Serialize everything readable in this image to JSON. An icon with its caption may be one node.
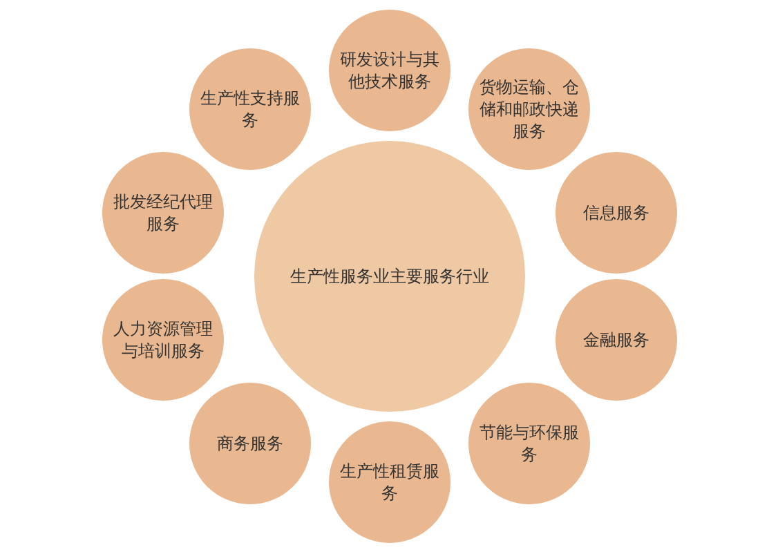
{
  "diagram": {
    "nodes": [
      {
        "text": [
          "生产性服务业主要服务行业"
        ]
      },
      {
        "text": [
          "研发设计与其他技术服务"
        ]
      },
      {
        "text": [
          "货物运输、仓储和邮政快递服务"
        ]
      },
      {
        "text": [
          "信息服务"
        ]
      },
      {
        "text": [
          "金融服务"
        ]
      },
      {
        "text": [
          "节能与环保服务"
        ]
      },
      {
        "text": [
          "生产性租赁服务"
        ]
      },
      {
        "text": [
          "商务服务"
        ]
      },
      {
        "text": [
          "人力资源管理与培训服务"
        ]
      },
      {
        "text": [
          "批发经纪代理服务"
        ]
      },
      {
        "text": [
          "生产性支持服务"
        ]
      }
    ]
  }
}
